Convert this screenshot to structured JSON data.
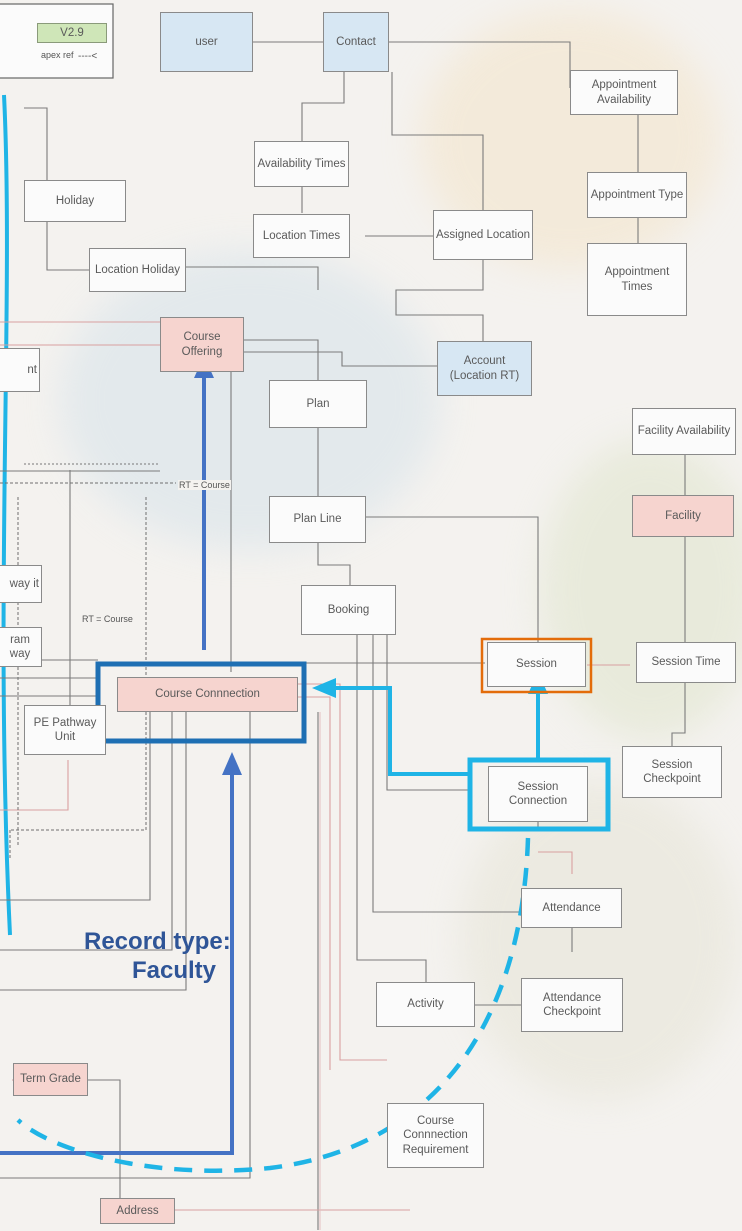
{
  "colors": {
    "dark_blue": "#2e75b6",
    "mid_blue": "#4472c4",
    "light_blue": "#1fb4e6",
    "orange": "#e36c0a",
    "callout_text": "#2f5597"
  },
  "legend": {
    "version": "V2.9",
    "note": "apex ref"
  },
  "entities": {
    "user": "user",
    "contact": "Contact",
    "appointment_availability": "Appointment Availability",
    "availability_times": "Availability Times",
    "appointment_type": "Appointment Type",
    "holiday": "Holiday",
    "location_times": "Location Times",
    "assigned_location": "Assigned Location",
    "location_holiday": "Location Holiday",
    "appointment_times": "Appointment Times",
    "course_offering": "Course Offering",
    "account": "Account (Location RT)",
    "partial_nt": "nt",
    "plan": "Plan",
    "facility_availability": "Facility Availability",
    "facility": "Facility",
    "plan_line": "Plan Line",
    "pathway_unit_partial": "way it",
    "program_pathway_partial": "ram way",
    "booking": "Booking",
    "session": "Session",
    "session_time": "Session Time",
    "course_connection": "Course Connnection",
    "pe_pathway_unit": "PE Pathway Unit",
    "session_connection": "Session Connection",
    "session_checkpoint": "Session Checkpoint",
    "attendance": "Attendance",
    "activity": "Activity",
    "attendance_checkpoint": "Attendance Checkpoint",
    "term_grade": "Term Grade",
    "course_connection_requirement": "Course Connnection Requirement",
    "address": "Address"
  },
  "labels": {
    "rt_course_1": "RT = Course",
    "rt_course_2": "RT = Course"
  },
  "callout": {
    "line1": "Record type:",
    "line2": "Faculty"
  }
}
